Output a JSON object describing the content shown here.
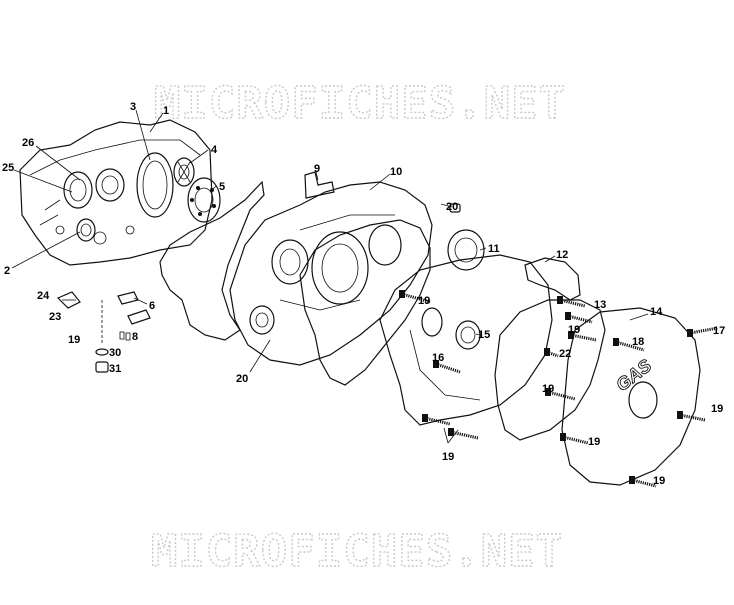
{
  "watermark": {
    "top": "MICROFICHES.NET",
    "bottom": "MICROFICHES.NET"
  },
  "cover_text": "GAS",
  "callouts": [
    {
      "id": "c1",
      "label": "1"
    },
    {
      "id": "c2",
      "label": "2"
    },
    {
      "id": "c3",
      "label": "3"
    },
    {
      "id": "c4",
      "label": "4"
    },
    {
      "id": "c5",
      "label": "5"
    },
    {
      "id": "c6",
      "label": "6"
    },
    {
      "id": "c8",
      "label": "8"
    },
    {
      "id": "c9",
      "label": "9"
    },
    {
      "id": "c10",
      "label": "10"
    },
    {
      "id": "c11",
      "label": "11"
    },
    {
      "id": "c12",
      "label": "12"
    },
    {
      "id": "c13",
      "label": "13"
    },
    {
      "id": "c14",
      "label": "14"
    },
    {
      "id": "c15",
      "label": "15"
    },
    {
      "id": "c16",
      "label": "16"
    },
    {
      "id": "c17",
      "label": "17"
    },
    {
      "id": "c18",
      "label": "18"
    },
    {
      "id": "c19a",
      "label": "19"
    },
    {
      "id": "c19b",
      "label": "19"
    },
    {
      "id": "c19c",
      "label": "19"
    },
    {
      "id": "c19d",
      "label": "19"
    },
    {
      "id": "c19e",
      "label": "19"
    },
    {
      "id": "c19f",
      "label": "19"
    },
    {
      "id": "c19g",
      "label": "19"
    },
    {
      "id": "c19h",
      "label": "19"
    },
    {
      "id": "c20a",
      "label": "20"
    },
    {
      "id": "c20b",
      "label": "20"
    },
    {
      "id": "c22",
      "label": "22"
    },
    {
      "id": "c23",
      "label": "23"
    },
    {
      "id": "c24",
      "label": "24"
    },
    {
      "id": "c25",
      "label": "25"
    },
    {
      "id": "c26",
      "label": "26"
    },
    {
      "id": "c30",
      "label": "30"
    },
    {
      "id": "c31",
      "label": "31"
    }
  ]
}
